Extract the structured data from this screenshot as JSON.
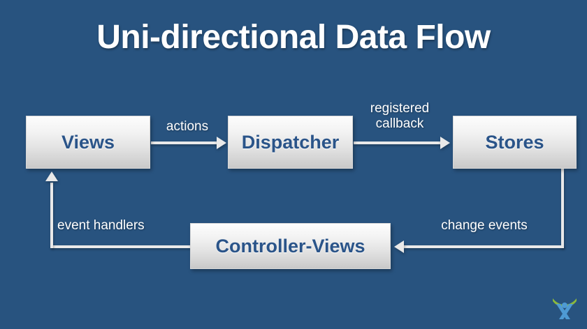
{
  "slide": {
    "title": "Uni-directional Data Flow",
    "background_color": "#28537f",
    "title_color": "#ffffff"
  },
  "diagram": {
    "type": "flow-diagram",
    "node_fill_top": "#fdfdfd",
    "node_fill_bottom": "#c9c9c9",
    "node_label_color": "#2a5489",
    "connector_color": "#e9e9e9",
    "nodes": [
      {
        "id": "views",
        "label": "Views"
      },
      {
        "id": "dispatcher",
        "label": "Dispatcher"
      },
      {
        "id": "stores",
        "label": "Stores"
      },
      {
        "id": "controller",
        "label": "Controller-Views"
      }
    ],
    "edges": [
      {
        "id": "views-to-dispatcher",
        "from": "views",
        "to": "dispatcher",
        "label": "actions",
        "direction": "right"
      },
      {
        "id": "dispatcher-to-stores",
        "from": "dispatcher",
        "to": "stores",
        "label": "registered\ncallback",
        "direction": "right"
      },
      {
        "id": "stores-to-controller",
        "from": "stores",
        "to": "controller",
        "label": "change events",
        "direction": "left"
      },
      {
        "id": "controller-to-views",
        "from": "controller",
        "to": "views",
        "label": "event handlers",
        "direction": "up"
      }
    ]
  },
  "logo": {
    "name": "person-arc-logo",
    "arc_color": "#8cb93b",
    "figure_color": "#4e9ad4"
  }
}
